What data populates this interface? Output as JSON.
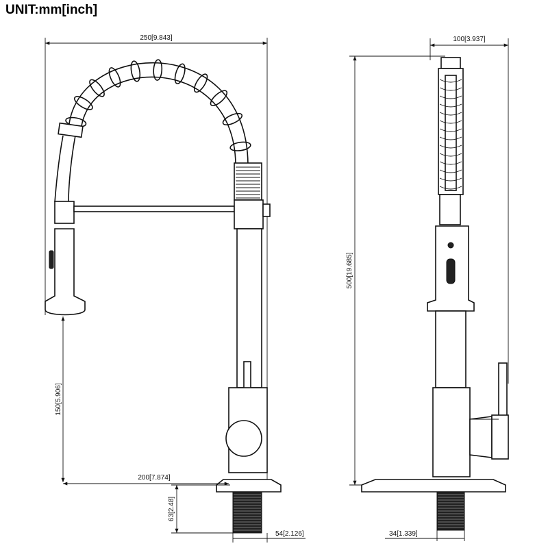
{
  "title": "UNIT:mm[inch]",
  "dimensions": {
    "width_total": "250[9.843]",
    "spout_reach": "200[7.874]",
    "spray_height": "150[5.906]",
    "shank_length": "63[2.48]",
    "shank_dia_front": "54[2.126]",
    "side_depth": "100[3.937]",
    "total_height": "500[19.685]",
    "shank_dia_side": "34[1.339]"
  },
  "colors": {
    "line": "#111111",
    "background": "#ffffff"
  }
}
